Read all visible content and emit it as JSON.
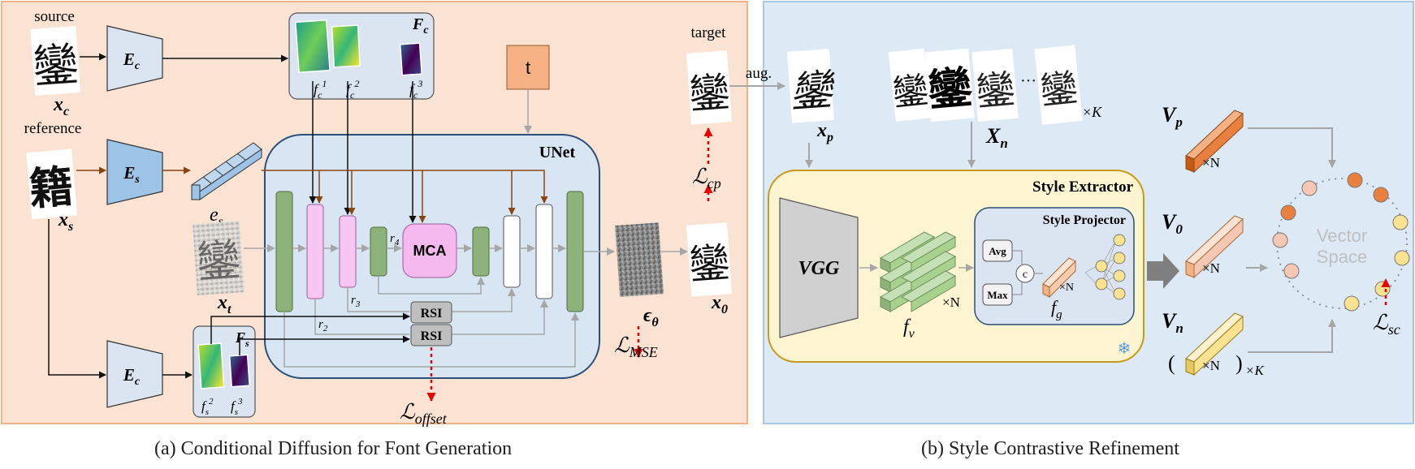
{
  "panel_a": {
    "caption": "(a) Conditional Diffusion for Font Generation",
    "source_label": "source",
    "reference_label": "reference",
    "x_c": "x",
    "x_c_sub": "c",
    "x_s": "x",
    "x_s_sub": "s",
    "x_t": "x",
    "x_t_sub": "t",
    "x_0": "x",
    "x_0_sub": "0",
    "encoder_c": "E",
    "encoder_c_sub": "c",
    "encoder_s": "E",
    "encoder_s_sub": "s",
    "e_s": "e",
    "e_s_sub": "s",
    "F_c": "F",
    "F_c_sub": "c",
    "F_s": "F",
    "F_s_sub": "s",
    "f_c1": "f",
    "f_c1_sub": "c",
    "f_c1_sup": "1",
    "f_c2": "f",
    "f_c2_sub": "c",
    "f_c2_sup": "2",
    "f_c3": "f",
    "f_c3_sub": "c",
    "f_c3_sup": "3",
    "f_s2": "f",
    "f_s2_sub": "s",
    "f_s2_sup": "2",
    "f_s3": "f",
    "f_s3_sub": "s",
    "f_s3_sup": "3",
    "t_label": "t",
    "unet_label": "UNet",
    "mca_label": "MCA",
    "rsi_label": "RSI",
    "r2": "r",
    "r2_sub": "2",
    "r3": "r",
    "r3_sub": "3",
    "r4": "r",
    "r4_sub": "4",
    "eps": "ϵ",
    "eps_sub": "θ",
    "loss_mse": "ℒ",
    "loss_mse_sub": "MSE",
    "loss_offset": "ℒ",
    "loss_offset_sub": "offset",
    "target_label": "target",
    "loss_cp": "ℒ",
    "loss_cp_sub": "cp",
    "glyph_source": "鑾",
    "glyph_reference": "籍"
  },
  "panel_b": {
    "caption": "(b) Style Contrastive Refinement",
    "aug_label": "aug.",
    "x_p": "x",
    "x_p_sub": "p",
    "X_n": "X",
    "X_n_sub": "n",
    "times_K": "×K",
    "ellipsis": "···",
    "style_extractor_label": "Style Extractor",
    "style_projector_label": "Style Projector",
    "vgg_label": "VGG",
    "f_v": "f",
    "f_v_sub": "v",
    "f_g": "f",
    "f_g_sub": "g",
    "times_N": "×N",
    "avg_label": "Avg",
    "max_label": "Max",
    "concat_label": "c",
    "V_p": "V",
    "V_p_sub": "p",
    "V_0": "V",
    "V_0_sub": "0",
    "V_n": "V",
    "V_n_sub": "n",
    "paren_open": "(",
    "paren_close": ")",
    "vector_space_label": "Vector Space",
    "loss_sc": "ℒ",
    "loss_sc_sub": "sc",
    "snowflake": "❄"
  },
  "colors": {
    "panel_a_bg": "#fbe3d3",
    "panel_a_border": "#f0b48c",
    "panel_b_bg": "#dde9f4",
    "panel_b_border": "#a9c8e4",
    "unet_bg": "#d8e6f3",
    "unet_border": "#2b4f78",
    "extractor_bg": "#fdf4d2",
    "extractor_border": "#c89a1a",
    "green_block": "#8db37a",
    "pink_block": "#f8c6f2",
    "mca": "#f6b9ef",
    "t_box": "#f5b183",
    "encoder_s": "#9dc3e6",
    "encoder_c": "#dbe5f1",
    "brown_arrow": "#8b4513",
    "loss_red": "#e60000",
    "vp": "#e9803f",
    "v0": "#f6c8b3",
    "vn": "#fae390"
  }
}
